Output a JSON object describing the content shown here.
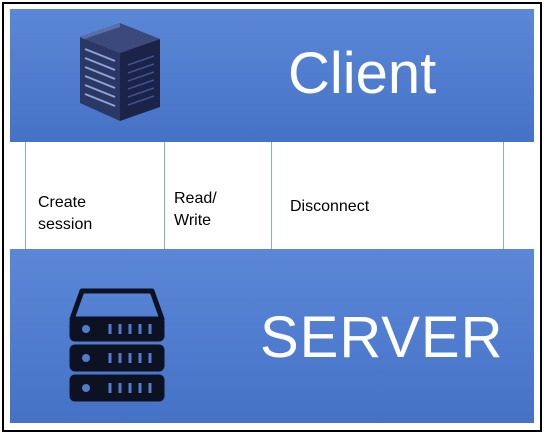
{
  "client": {
    "title": "Client",
    "icon": "server-tower-icon"
  },
  "server": {
    "title": "SERVER",
    "icon": "server-rack-icon"
  },
  "steps": [
    {
      "label": "Create\nsession"
    },
    {
      "label": "Read/\nWrite"
    },
    {
      "label": "Disconnect"
    }
  ],
  "colors": {
    "band_blue": "#4f7ccf",
    "text_white": "#ffffff",
    "icon_dark": "#1f2a44"
  }
}
